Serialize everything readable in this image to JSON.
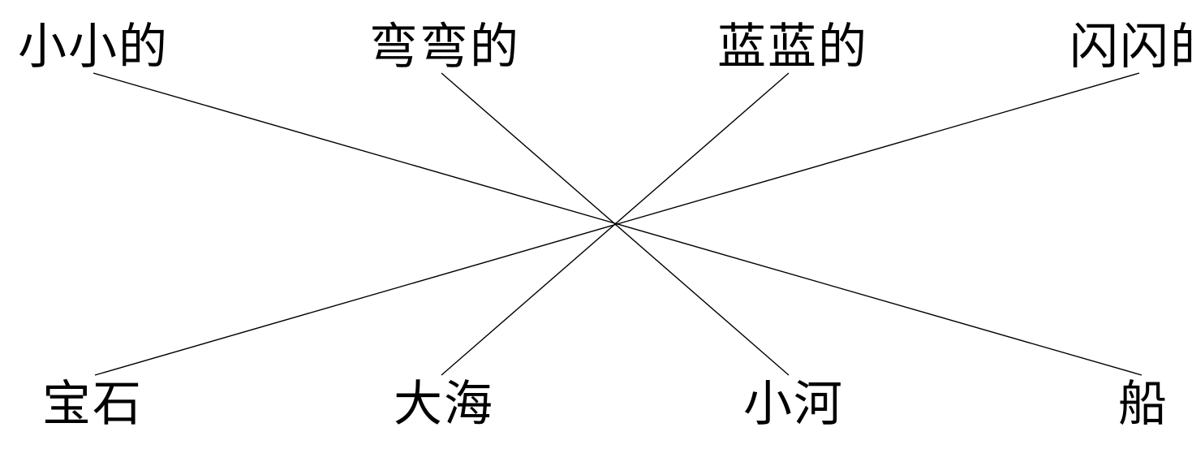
{
  "top_words": [
    "小小的",
    "弯弯的",
    "蓝蓝的",
    "闪闪的"
  ],
  "bottom_words": [
    "宝石",
    "大海",
    "小河",
    "船"
  ],
  "matches": [
    {
      "from": "小小的",
      "to": "船"
    },
    {
      "from": "弯弯的",
      "to": "小河"
    },
    {
      "from": "蓝蓝的",
      "to": "大海"
    },
    {
      "from": "闪闪的",
      "to": "宝石"
    }
  ],
  "line_color": "#000000"
}
